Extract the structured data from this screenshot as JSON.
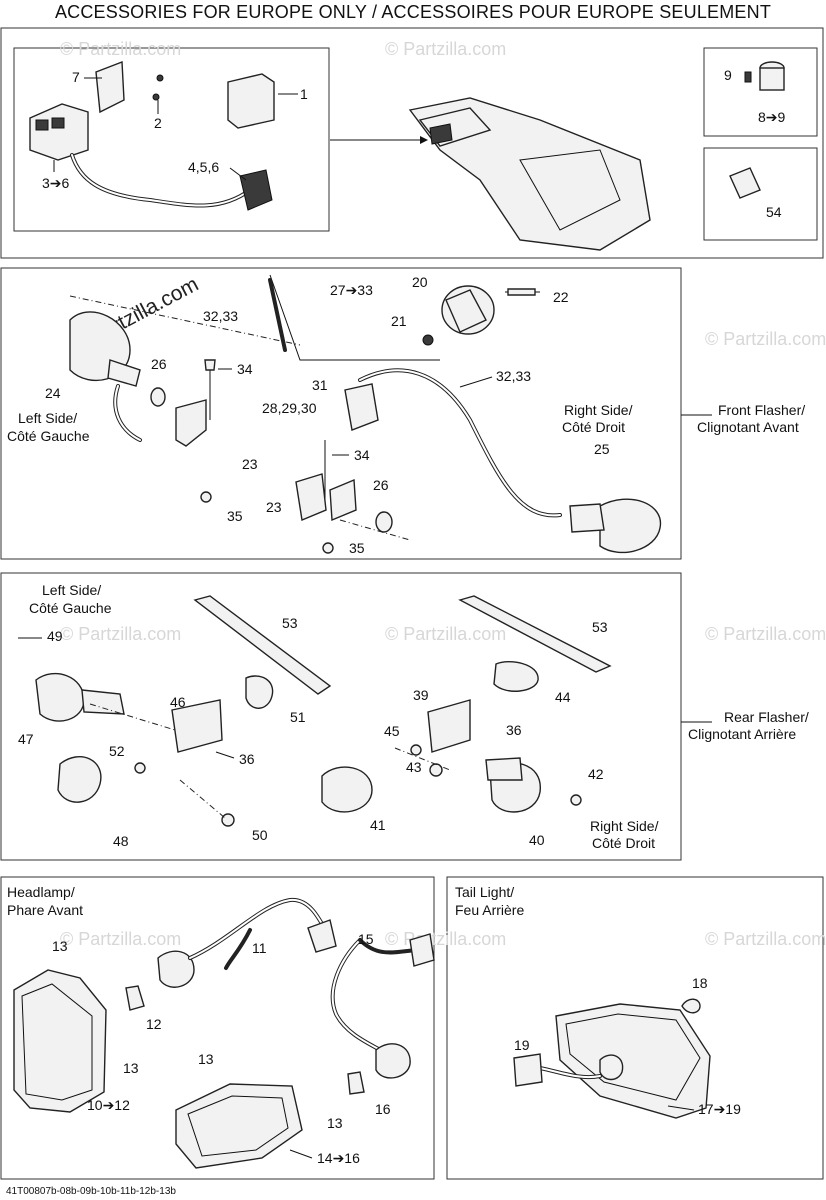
{
  "header": {
    "title": "ACCESSORIES FOR EUROPE ONLY / ACCESSOIRES POUR EUROPE SEULEMENT"
  },
  "footer": {
    "drawing_code": "41T00807b-08b-09b-10b-11b-12b-13b"
  },
  "watermark": {
    "text": "© Partzilla.com"
  },
  "sections": {
    "top": {
      "callouts": [
        "7",
        "1",
        "2",
        "3➔6",
        "4,5,6",
        "9",
        "8➔9",
        "54"
      ]
    },
    "front_flasher": {
      "caption_en": "Front Flasher/",
      "caption_fr": "Clignotant Avant",
      "left_en": "Left Side/",
      "left_fr": "Côté Gauche",
      "right_en": "Right Side/",
      "right_fr": "Côté Droit",
      "callouts": [
        "27➔33",
        "20",
        "22",
        "32,33",
        "21",
        "24",
        "26",
        "34",
        "31",
        "32,33",
        "28,29,30",
        "25",
        "23",
        "35",
        "34",
        "26",
        "23",
        "35"
      ]
    },
    "rear_flasher": {
      "caption_en": "Rear Flasher/",
      "caption_fr": "Clignotant Arrière",
      "left_en": "Left Side/",
      "left_fr": "Côté Gauche",
      "right_en": "Right Side/",
      "right_fr": "Côté Droit",
      "callouts": [
        "53",
        "53",
        "49",
        "46",
        "51",
        "39",
        "44",
        "47",
        "36",
        "45",
        "36",
        "52",
        "42",
        "43",
        "41",
        "48",
        "50",
        "40"
      ]
    },
    "headlamp": {
      "caption_en": "Headlamp/",
      "caption_fr": "Phare Avant",
      "callouts": [
        "11",
        "15",
        "13",
        "12",
        "13",
        "13",
        "10➔12",
        "13",
        "16",
        "14➔16"
      ]
    },
    "taillight": {
      "caption_en": "Tail Light/",
      "caption_fr": "Feu Arrière",
      "callouts": [
        "18",
        "19",
        "17➔19"
      ]
    }
  },
  "colors": {
    "line": "#222222",
    "watermark": "#d7d7d7",
    "background": "#ffffff"
  }
}
